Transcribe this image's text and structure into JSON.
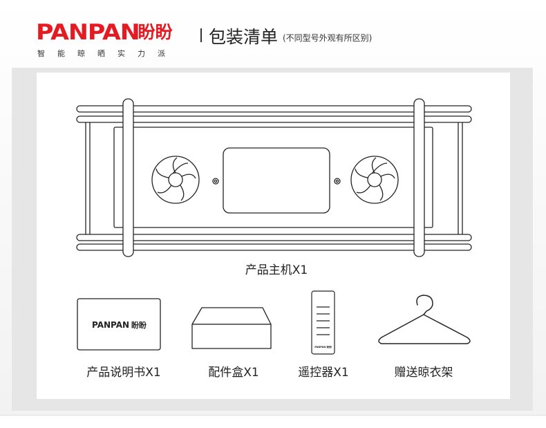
{
  "header": {
    "brand_latin": "PANPAN",
    "brand_cn": "盼盼",
    "slogan": "智能晾晒实力派",
    "title": "包装清单",
    "subtitle": "(不同型号外观有所区别)"
  },
  "items": {
    "main_unit": "产品主机X1",
    "manual": "产品说明书X1",
    "manual_logo_latin": "PANPAN",
    "manual_logo_cn": "盼盼",
    "accessory_box": "配件盒X1",
    "remote": "遥控器X1",
    "remote_logo": "PANPAN 盼盼",
    "hanger": "赠送晾衣架"
  },
  "colors": {
    "brand_red": "#e51b23",
    "panel_gray": "#e6e6e6",
    "line": "#222222"
  }
}
